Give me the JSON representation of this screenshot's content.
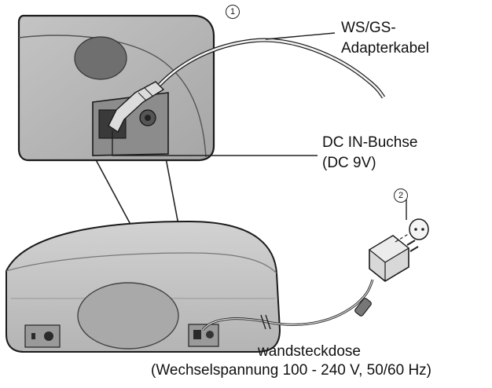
{
  "callouts": {
    "step1": "1",
    "step2": "2"
  },
  "labels": {
    "adapter_cable_line1": "WS/GS-",
    "adapter_cable_line2": "Adapterkabel",
    "dc_in_line1": "DC IN-Buchse",
    "dc_in_line2": "(DC 9V)",
    "outlet_line1": "wandsteckdose",
    "outlet_line2": "(Wechselspannung 100 - 240 V, 50/60 Hz)"
  },
  "colors": {
    "device_light": "#e4e4e4",
    "device_mid": "#c8c8c8",
    "device_dark": "#8a8a8a",
    "outline": "#1a1a1a"
  }
}
